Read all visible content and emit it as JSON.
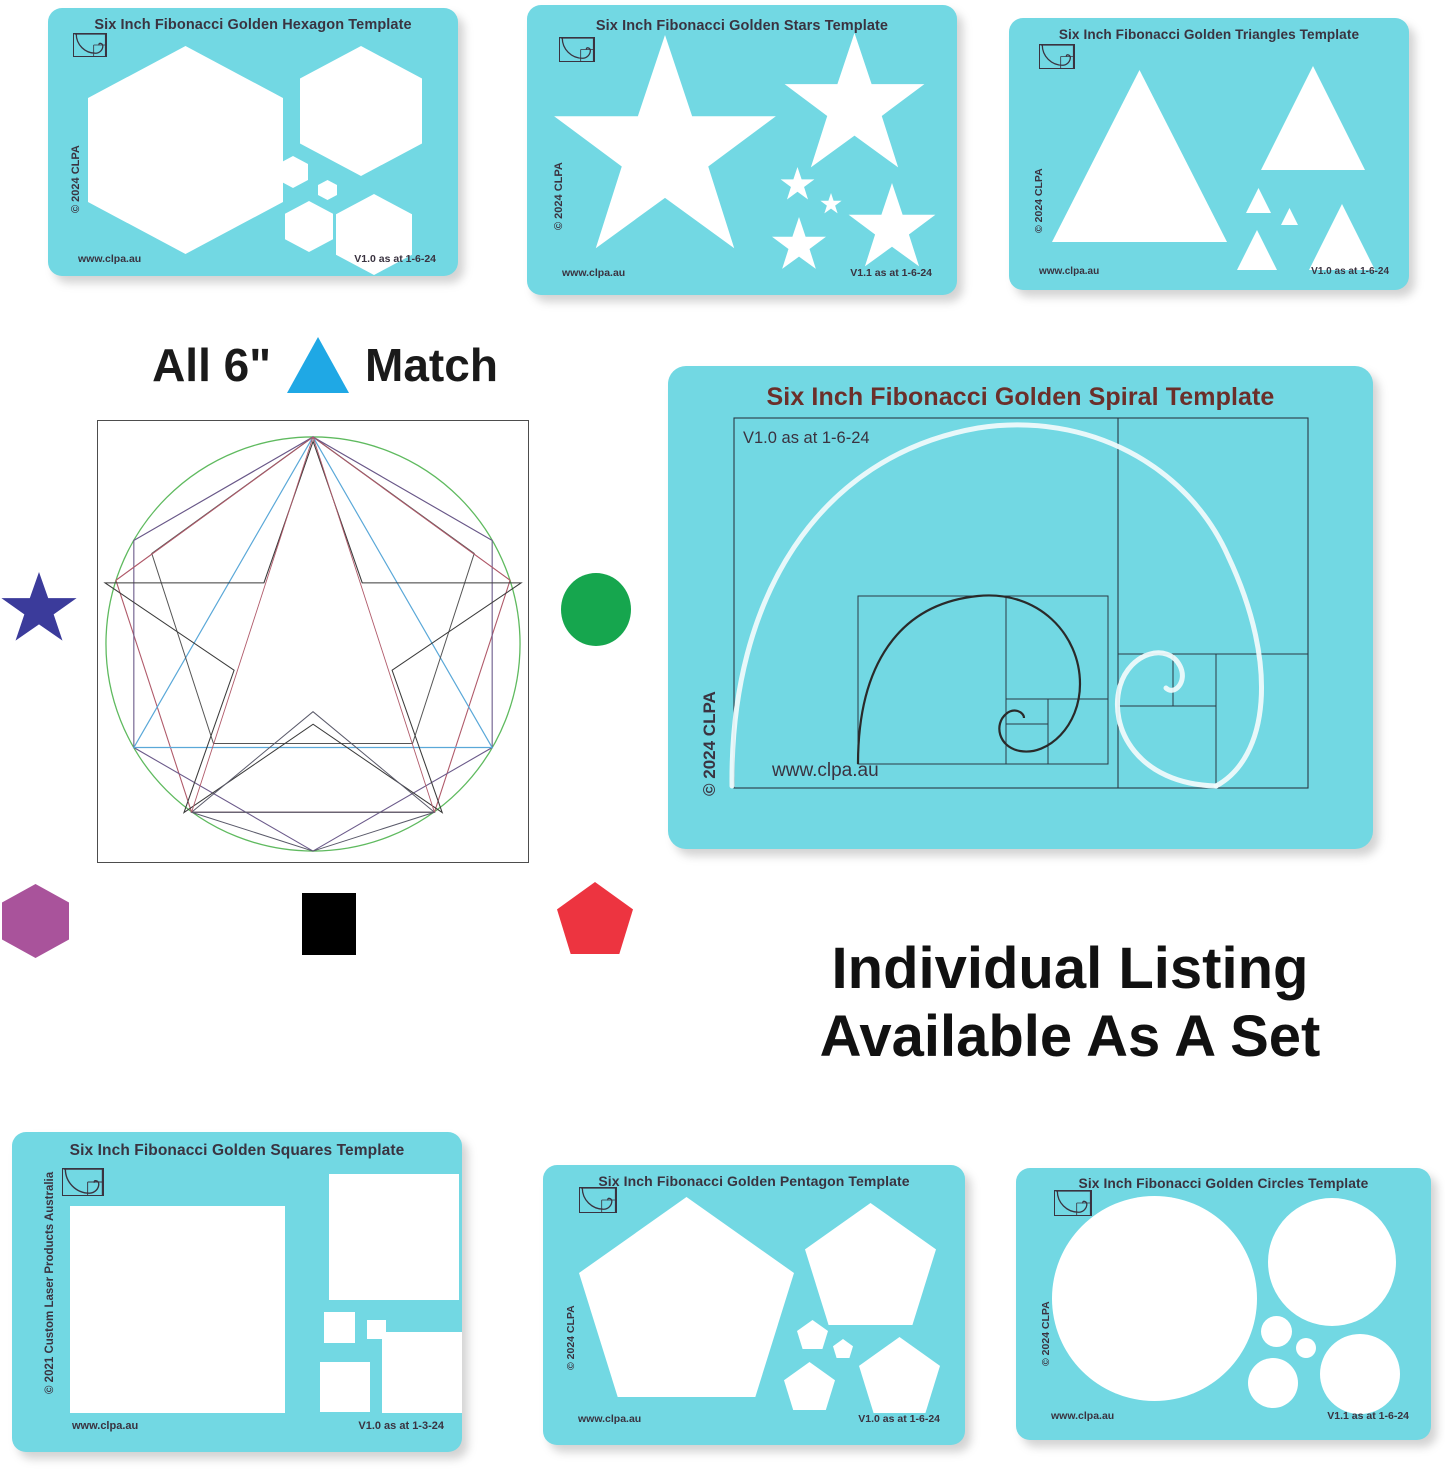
{
  "brand": {
    "site": "www.clpa.au",
    "copyright_short": "© 2024 CLPA",
    "copyright_long": "© 2021 Custom Laser Products Australia",
    "logo_icon": "golden-spiral-icon"
  },
  "colors": {
    "template_teal": "#72d8e3",
    "template_text": "#3a3340",
    "spiral_title": "#6b2f2a",
    "marker_star": "#3b3b9b",
    "marker_circle": "#16a64e",
    "marker_hexagon": "#a9539b",
    "marker_square": "#000000",
    "marker_pentagon": "#ed3440",
    "headline_triangle": "#1fa8e5",
    "headline_text": "#1a1a1a"
  },
  "headline": {
    "prefix": "All 6\"",
    "suffix": "Match",
    "triangle_icon": "triangle-icon"
  },
  "promo": {
    "line1": "Individual Listing",
    "line2": "Available As A Set"
  },
  "templates": [
    {
      "id": "hexagon",
      "title": "Six Inch Fibonacci Golden Hexagon Template",
      "copyright": "© 2024 CLPA",
      "url": "www.clpa.au",
      "version": "V1.0 as at 1-6-24"
    },
    {
      "id": "stars",
      "title": "Six Inch Fibonacci Golden Stars Template",
      "copyright": "© 2024 CLPA",
      "url": "www.clpa.au",
      "version": "V1.1 as at 1-6-24"
    },
    {
      "id": "triangles",
      "title": "Six Inch Fibonacci Golden Triangles Template",
      "copyright": "© 2024 CLPA",
      "url": "www.clpa.au",
      "version": "V1.0 as at 1-6-24"
    },
    {
      "id": "spiral",
      "title": "Six Inch Fibonacci Golden Spiral Template",
      "copyright": "© 2024 CLPA",
      "url": "www.clpa.au",
      "version": "V1.0 as at 1-6-24"
    },
    {
      "id": "squares",
      "title": "Six Inch Fibonacci Golden Squares Template",
      "copyright": "© 2021 Custom Laser Products Australia",
      "url": "www.clpa.au",
      "version": "V1.0 as at 1-3-24"
    },
    {
      "id": "pentagon",
      "title": "Six Inch Fibonacci Golden Pentagon Template",
      "copyright": "© 2024 CLPA",
      "url": "www.clpa.au",
      "version": "V1.0 as at 1-6-24"
    },
    {
      "id": "circles",
      "title": "Six Inch Fibonacci Golden Circles Template",
      "copyright": "© 2024 CLPA",
      "url": "www.clpa.au",
      "version": "V1.1 as at 1-6-24"
    }
  ],
  "markers": [
    {
      "name": "star-marker",
      "shape": "star",
      "color": "#3b3b9b"
    },
    {
      "name": "circle-marker",
      "shape": "circle",
      "color": "#16a64e"
    },
    {
      "name": "hexagon-marker",
      "shape": "hexagon",
      "color": "#a9539b"
    },
    {
      "name": "square-marker",
      "shape": "square",
      "color": "#000000"
    },
    {
      "name": "pentagon-marker",
      "shape": "pentagon",
      "color": "#ed3440"
    }
  ],
  "diagram": {
    "name": "overlapping-shapes-diagram",
    "description": "Five-pointed star, circle, pentagon, hexagon, square and triangle all sized to a common six inch match",
    "outline_colors": {
      "circle": "#5fba5f",
      "pentagon": "#b05a6a",
      "hexagon": "#6b5a8a",
      "triangle": "#5aa8d8",
      "star": "#3a3a3a",
      "square": "#4d4d4d"
    }
  }
}
